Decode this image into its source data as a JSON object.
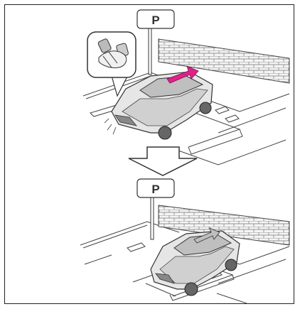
{
  "illustration": {
    "sign_letter": "P",
    "top_panel": {
      "scene": "vehicle-approaching-wall",
      "inset": "foot-on-brake-pedal",
      "arrow_color": "#e0218a"
    },
    "transition": "down-arrow",
    "bottom_panel": {
      "scene": "vehicle-stopped",
      "arrow_color": "#bdbdbd"
    }
  }
}
